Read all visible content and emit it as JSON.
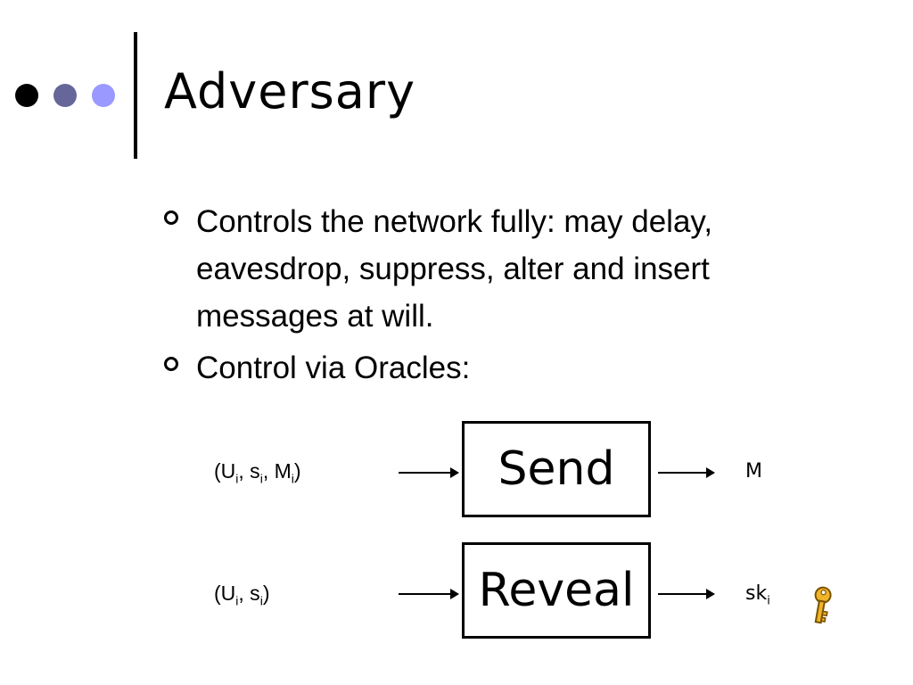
{
  "slide": {
    "title": "Adversary",
    "dot_colors": [
      "#000000",
      "#66669a",
      "#9999ff"
    ],
    "bullets": [
      "Controls the network fully: may delay, eavesdrop, suppress, alter and insert messages at will.",
      "Control via Oracles:"
    ]
  },
  "oracles": [
    {
      "name": "Send",
      "input": {
        "open": "(U",
        "sub1": "i",
        "mid1": ", s",
        "sub2": "i",
        "mid2": ", M",
        "sub3": "i",
        "close": ")"
      },
      "output": {
        "text": "M"
      }
    },
    {
      "name": "Reveal",
      "input": {
        "open": "(U",
        "sub1": "i",
        "mid1": ", s",
        "sub2": "i",
        "close": ")"
      },
      "output": {
        "text": "sk",
        "sub": "i"
      },
      "icon": "key-icon"
    }
  ]
}
